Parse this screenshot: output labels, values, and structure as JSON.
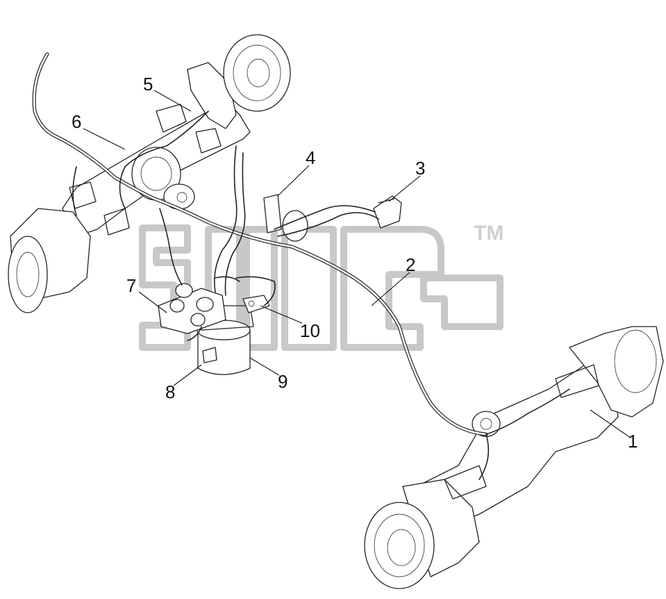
{
  "callouts": [
    {
      "id": "1",
      "label": "1"
    },
    {
      "id": "2",
      "label": "2"
    },
    {
      "id": "3",
      "label": "3"
    },
    {
      "id": "4",
      "label": "4"
    },
    {
      "id": "5",
      "label": "5"
    },
    {
      "id": "6",
      "label": "6"
    },
    {
      "id": "7",
      "label": "7"
    },
    {
      "id": "8",
      "label": "8"
    },
    {
      "id": "9",
      "label": "9"
    },
    {
      "id": "10",
      "label": "10"
    }
  ],
  "watermark": {
    "tm": "TM"
  }
}
